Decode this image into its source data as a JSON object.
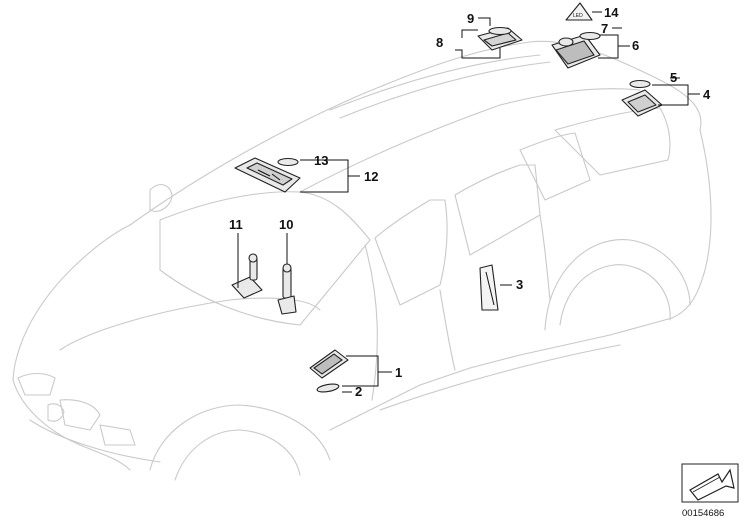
{
  "diagram": {
    "callouts": [
      {
        "id": "1",
        "label": "1"
      },
      {
        "id": "2",
        "label": "2"
      },
      {
        "id": "3",
        "label": "3"
      },
      {
        "id": "4",
        "label": "4"
      },
      {
        "id": "5",
        "label": "5"
      },
      {
        "id": "6",
        "label": "6"
      },
      {
        "id": "7",
        "label": "7"
      },
      {
        "id": "8",
        "label": "8"
      },
      {
        "id": "9",
        "label": "9"
      },
      {
        "id": "10",
        "label": "10"
      },
      {
        "id": "11",
        "label": "11"
      },
      {
        "id": "12",
        "label": "12"
      },
      {
        "id": "13",
        "label": "13"
      },
      {
        "id": "14",
        "label": "14"
      }
    ],
    "document_id": "00154686",
    "orientation_icon": "arrow-icon"
  }
}
